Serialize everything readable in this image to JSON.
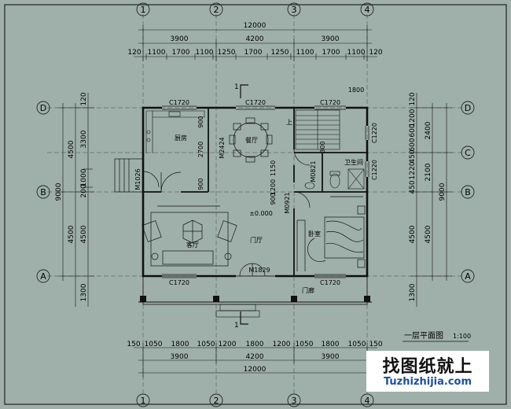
{
  "drawing": {
    "title": "一层平面图",
    "scale": "1:100",
    "axis_labels": {
      "columns": [
        "1",
        "2",
        "3",
        "4"
      ],
      "rows": [
        "A",
        "B",
        "C",
        "D"
      ]
    }
  },
  "dimensions": {
    "top_total": "12000",
    "top_bays": [
      "3900",
      "4200",
      "3900"
    ],
    "top_detail": [
      "120",
      "1100",
      "1700",
      "1100",
      "1250",
      "1700",
      "1250",
      "1100",
      "1700",
      "1100",
      "120"
    ],
    "bottom_total": "12000",
    "bottom_bays": [
      "3900",
      "4200",
      "3900"
    ],
    "bottom_detail": [
      "150",
      "1050",
      "1800",
      "1050",
      "1200",
      "1800",
      "1200",
      "1050",
      "1800",
      "1050",
      "150"
    ],
    "left_total": "9000",
    "left_outer": [
      "4500",
      "4500"
    ],
    "left_inner": [
      "3300",
      "1000",
      "200",
      "4500"
    ],
    "left_top": "120",
    "left_bottom": "1300",
    "right_total": "9000",
    "right_outer": [
      "2400",
      "2100",
      "4500"
    ],
    "right_inner": [
      "1200",
      "600",
      "600",
      "450",
      "1220",
      "450",
      "4500"
    ],
    "right_top": "120",
    "right_bottom": "1300"
  },
  "openings": {
    "window_top_left": "C1720",
    "window_top_mid": "C1720",
    "window_top_right": "C1720",
    "window_bottom_left": "C1720",
    "window_bottom_right": "C1720",
    "window_right_1": "C1220",
    "window_right_2": "C1220",
    "door_kitchen": "M1026",
    "door_dining": "M2424",
    "door_main": "M1829",
    "door_wc": "M0821",
    "door_bed": "M0921",
    "dim_900_a": "900",
    "dim_900_b": "900",
    "dim_2700": "2700",
    "dim_1150": "1150",
    "dim_1200": "1200",
    "dim_300": "300",
    "dim_900_c": "900",
    "dim_1800": "1800"
  },
  "rooms": {
    "kitchen": "厨房",
    "dining": "餐厅",
    "living": "客厅",
    "foyer": "门厅",
    "bedroom": "卧室",
    "wc": "卫生间",
    "porch": "门廊",
    "stair_up": "上",
    "level": "±0.000"
  },
  "section_marker": "1",
  "logo": {
    "name": "找图纸就上",
    "url": "Tuzhizhijia.com"
  }
}
